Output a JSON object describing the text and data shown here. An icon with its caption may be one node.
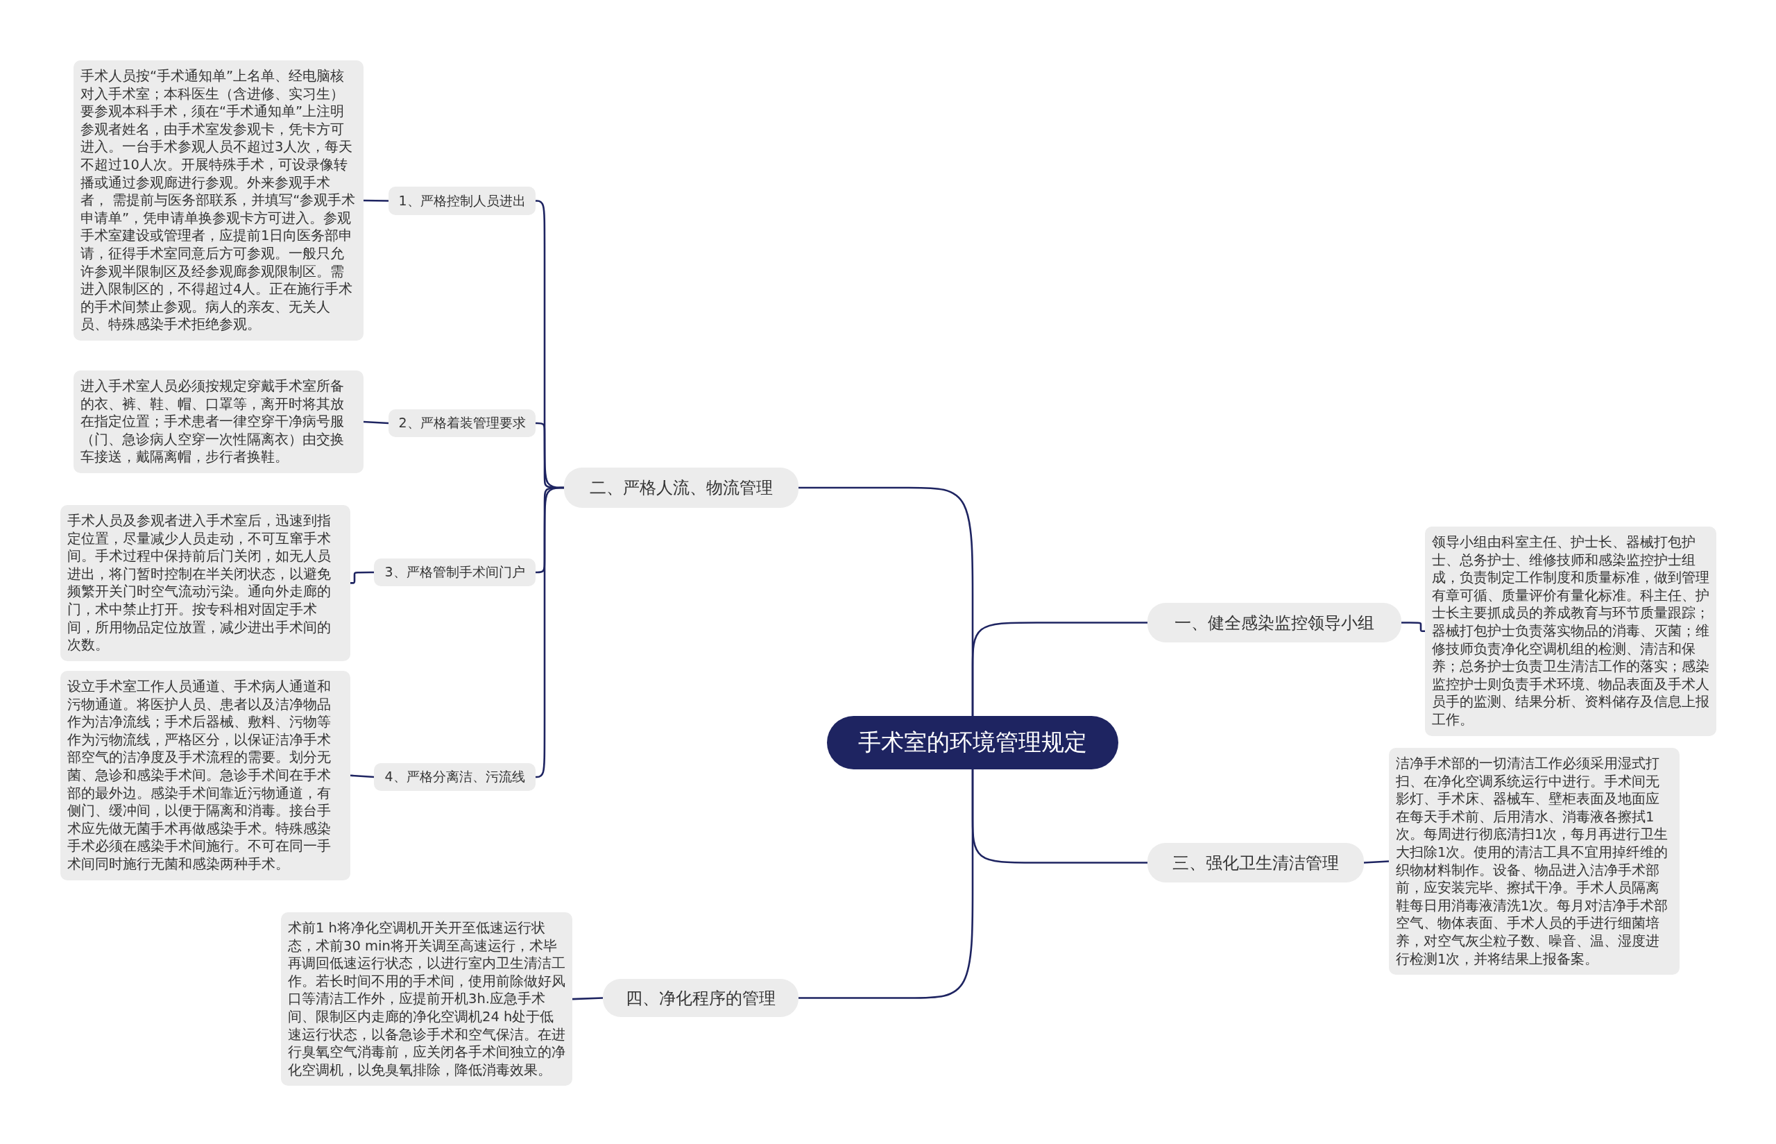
{
  "diagram": {
    "nodes": [
      {
        "text": [
          "手术室的环境管理规定"
        ]
      },
      {
        "text": [
          "二、严格人流、物流管理"
        ]
      },
      {
        "text": [
          "1、严格控制人员进出"
        ]
      },
      {
        "text": [
          "手术人员按“手术通知单”上名单、经电脑核对入手术室；本科医生（含进修、实习生）要参观本科手术，须在“手术通知单”上注明参观者姓名，由手术室发参观卡，凭卡方可进入。一台手术参观人员不超过3人次，每天不超过10人次。开展特殊手术，可设录像转播或通过参观廊进行参观。外来参观手术者， 需提前与医务部联系，并填写“参观手术申请单”，凭申请单换参观卡方可进入。参观手术室建设或管理者，应提前1日向医务部申请，征得手术室同意后方可参观。一般只允许参观半限制区及经参观廊参观限制区。需进入限制区的，不得超过4人。正在施行手术的手术间禁止参观。病人的亲友、无关人员、特殊感染手术拒绝参观。"
        ]
      },
      {
        "text": [
          "2、严格着装管理要求"
        ]
      },
      {
        "text": [
          "进入手术室人员必须按规定穿戴手术室所备的衣、裤、鞋、帽、口罩等，离开时将其放在指定位置；手术患者一律空穿干净病号服（门、急诊病人空穿一次性隔离衣）由交换车接送，戴隔离帽，步行者换鞋。"
        ]
      },
      {
        "text": [
          "3、严格管制手术间门户"
        ]
      },
      {
        "text": [
          "手术人员及参观者进入手术室后，迅速到指定位置，尽量减少人员走动，不可互窜手术间。手术过程中保持前后门关闭，如无人员进出，将门暂时控制在半关闭状态，以避免频繁开关门时空气流动污染。通向外走廊的门，术中禁止打开。按专科相对固定手术间，所用物品定位放置，减少进出手术间的次数。"
        ]
      },
      {
        "text": [
          "4、严格分离洁、污流线"
        ]
      },
      {
        "text": [
          "设立手术室工作人员通道、手术病人通道和污物通道。将医护人员、患者以及洁净物品作为洁净流线；手术后器械、敷料、污物等作为污物流线，严格区分，以保证洁净手术部空气的洁净度及手术流程的需要。划分无菌、急诊和感染手术间。急诊手术间在手术部的最外边。感染手术间靠近污物通道，有侧门、缓冲间，以便于隔离和消毒。接台手术应先做无菌手术再做感染手术。特殊感染手术必须在感染手术间施行。不可在同一手术间同时施行无菌和感染两种手术。"
        ]
      },
      {
        "text": [
          "四、净化程序的管理"
        ]
      },
      {
        "text": [
          "术前1 h将净化空调机开关开至低速运行状态，术前30 min将开关调至高速运行，术毕再调回低速运行状态，以进行室内卫生清洁工作。若长时间不用的手术间，使用前除做好风口等清洁工作外，应提前开机3h.应急手术间、限制区内走廊的净化空调机24 h处于低速运行状态，以备急诊手术和空气保洁。在进行臭氧空气消毒前，应关闭各手术间独立的净化空调机，以免臭氧排除，降低消毒效果。"
        ]
      },
      {
        "text": [
          "一、健全感染监控领导小组"
        ]
      },
      {
        "text": [
          "领导小组由科室主任、护士长、器械打包护士、总务护士、维修技师和感染监控护士组成，负责制定工作制度和质量标准，做到管理有章可循、质量评价有量化标准。科主任、护士长主要抓成员的养成教育与环节质量跟踪；器械打包护士负责落实物品的消毒、灭菌；维修技师负责净化空调机组的检测、清洁和保养；总务护士负责卫生清洁工作的落实；感染监控护士则负责手术环境、物品表面及手术人员手的监测、结果分析、资料储存及信息上报工作。"
        ]
      },
      {
        "text": [
          "三、强化卫生清洁管理"
        ]
      },
      {
        "text": [
          "洁净手术部的一切清洁工作必须采用湿式打扫、在净化空调系统运行中进行。手术间无影灯、手术床、器械车、壁柜表面及地面应在每天手术前、后用清水、消毒液各擦拭1次。每周进行彻底清扫1次，每月再进行卫生大扫除1次。使用的清洁工具不宜用掉纤维的织物材料制作。设备、物品进入洁净手术部前，应安装完毕、擦拭干净。手术人员隔离鞋每日用消毒液清洗1次。每月对洁净手术部空气、物体表面、手术人员的手进行细菌培养，对空气灰尘粒子数、噪音、温、湿度进行检测1次，并将结果上报备案。"
        ]
      }
    ],
    "edges": [
      {
        "from": 0,
        "to": 1,
        "arrow": "none"
      },
      {
        "from": 1,
        "to": 2,
        "arrow": "none"
      },
      {
        "from": 2,
        "to": 3,
        "arrow": "none"
      },
      {
        "from": 1,
        "to": 4,
        "arrow": "none"
      },
      {
        "from": 4,
        "to": 5,
        "arrow": "none"
      },
      {
        "from": 1,
        "to": 6,
        "arrow": "none"
      },
      {
        "from": 6,
        "to": 7,
        "arrow": "none"
      },
      {
        "from": 1,
        "to": 8,
        "arrow": "none"
      },
      {
        "from": 8,
        "to": 9,
        "arrow": "none"
      },
      {
        "from": 0,
        "to": 10,
        "arrow": "none"
      },
      {
        "from": 10,
        "to": 11,
        "arrow": "none"
      },
      {
        "from": 0,
        "to": 12,
        "arrow": "none"
      },
      {
        "from": 12,
        "to": 13,
        "arrow": "none"
      },
      {
        "from": 0,
        "to": 14,
        "arrow": "none"
      },
      {
        "from": 14,
        "to": 15,
        "arrow": "none"
      }
    ]
  }
}
